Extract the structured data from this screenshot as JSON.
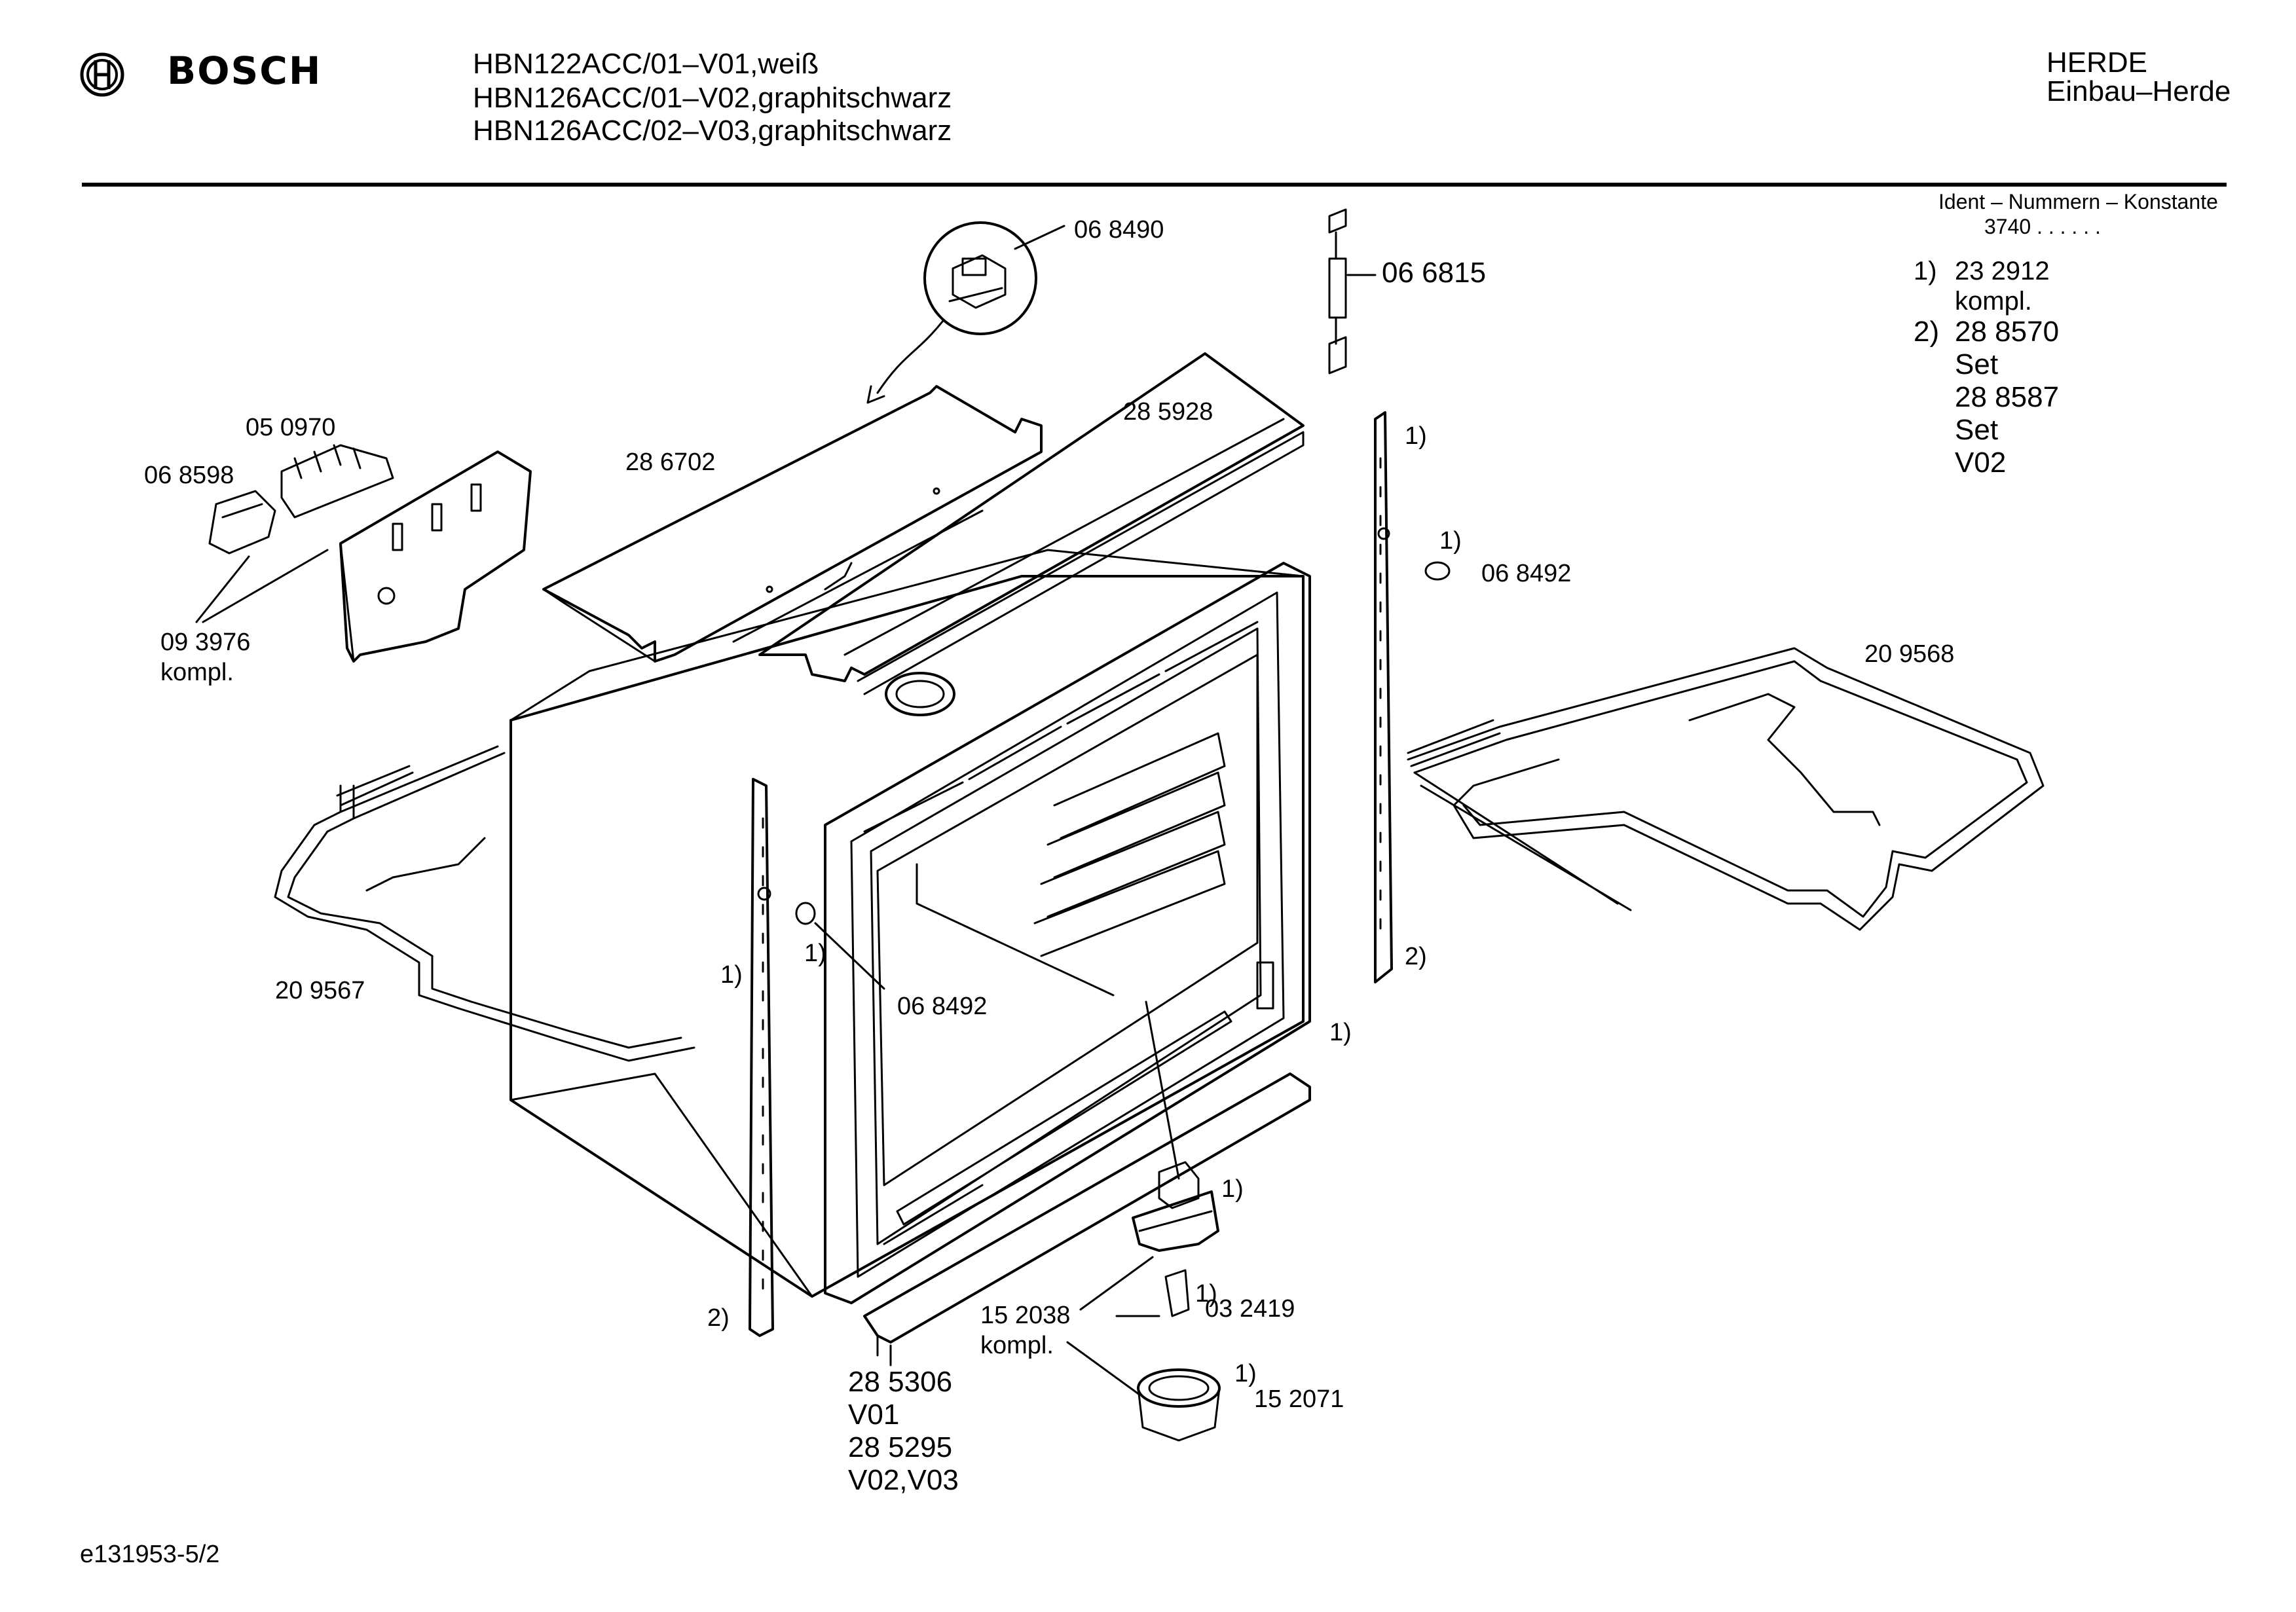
{
  "header": {
    "brand": "BOSCH",
    "models": [
      "HBN122ACC/01–V01,weiß",
      "HBN126ACC/01–V02,graphitschwarz",
      "HBN126ACC/02–V03,graphitschwarz"
    ],
    "category_1": "HERDE",
    "category_2": "Einbau–Herde",
    "ident_title": "Ident – Nummern – Konstante",
    "ident_value": "3740 . .   . . . ."
  },
  "legend": {
    "item1_marker": "1)",
    "item1_number": "23 2912",
    "item1_suffix": "kompl.",
    "item2_marker": "2)",
    "item2_number_a": "28 8570",
    "item2_suffix_a": "Set",
    "item2_number_b": "28 8587",
    "item2_suffix_b": "Set",
    "item2_variant": "V02"
  },
  "parts": {
    "p068490": "06 8490",
    "p066815": "06 6815",
    "p050970": "05 0970",
    "p068598": "06 8598",
    "p286702": "28 6702",
    "p285928": "28 5928",
    "p093976": "09 3976",
    "p093976_suffix": "kompl.",
    "p068492_right": "06 8492",
    "p209568": "20 9568",
    "p209567": "20 9567",
    "p068492_left": "06 8492",
    "p152038": "15 2038",
    "p152038_suffix": "kompl.",
    "p032419": "03 2419",
    "p152071": "15 2071",
    "p285306": "28 5306",
    "p285306_variant": "V01",
    "p285295": "28 5295",
    "p285295_variant": "V02,V03"
  },
  "markers": {
    "m1": "1)",
    "m2": "2)"
  },
  "footer": {
    "doc_id": "e131953-5/2"
  },
  "icons": {
    "logo": "bosch-armature-logo"
  }
}
